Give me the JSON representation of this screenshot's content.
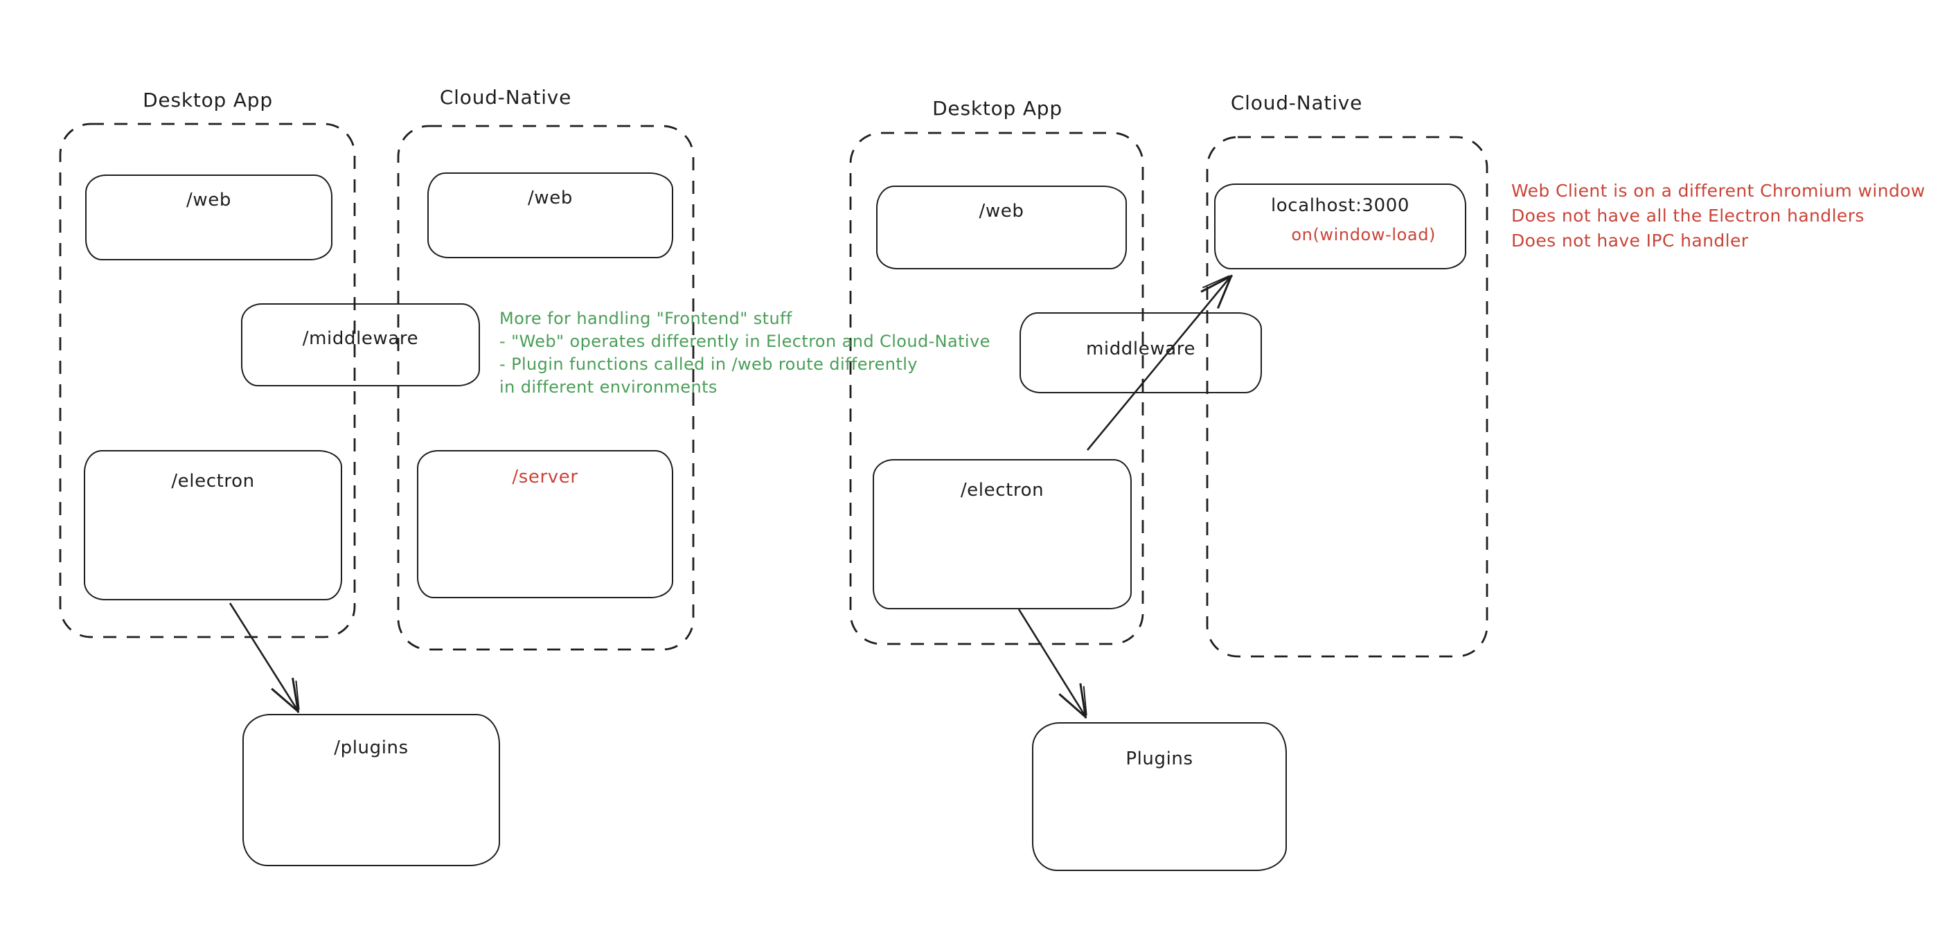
{
  "colors": {
    "stroke": "#1e1e1e",
    "green": "#4a9e58",
    "red": "#c94438",
    "background": "#ffffff"
  },
  "left": {
    "desktop_title": "Desktop App",
    "cloud_title": "Cloud-Native",
    "web_desktop": "/web",
    "web_cloud": "/web",
    "middleware": "/middleware",
    "electron": "/electron",
    "server": "/server",
    "plugins": "/plugins",
    "green_note": [
      "More for handling \"Frontend\" stuff",
      "- \"Web\" operates differently in Electron and Cloud-Native",
      "- Plugin functions called in /web route differently",
      "in different environments"
    ]
  },
  "right": {
    "desktop_title": "Desktop App",
    "cloud_title": "Cloud-Native",
    "web": "/web",
    "middleware": "middleware",
    "electron": "/electron",
    "localhost": "localhost:3000",
    "window_load": "on(window-load)",
    "plugins": "Plugins",
    "red_note": [
      "Web Client is on a different Chromium window",
      "Does not have all the Electron handlers",
      "Does not have IPC handler"
    ]
  }
}
